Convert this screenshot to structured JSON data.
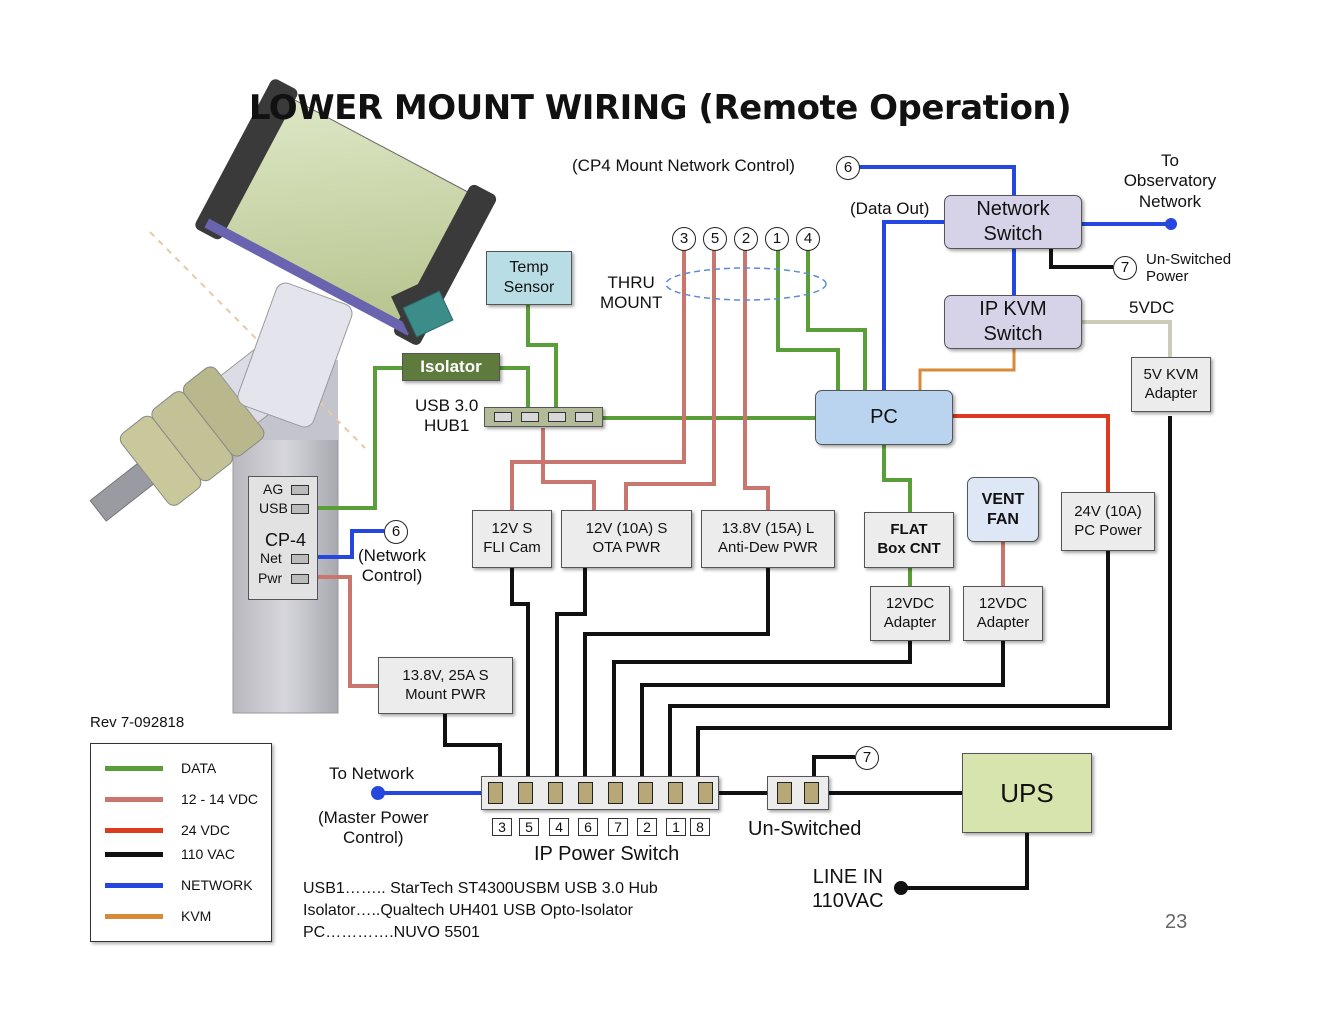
{
  "title": "LOWER MOUNT WIRING  (Remote Operation)",
  "colors": {
    "data": "#5a9e3a",
    "dc12": "#c8766e",
    "dc24": "#dd3b20",
    "ac110": "#111111",
    "network": "#2547e0",
    "kvm": "#d88a38",
    "pc": "#bad3ef",
    "ups": "#d8e4ae",
    "kvmbox": "#d6d2e8",
    "temp": "#b9dde4",
    "isolator": "#5e7a3c"
  },
  "labels": {
    "cp4_network_control": "(CP4 Mount Network Control)",
    "data_out": "(Data Out)",
    "to_observatory": "To\nObservatory\nNetwork",
    "unswitched_power_small": "Un-Switched\nPower",
    "five_vdc": "5VDC",
    "thru_mount": "THRU\nMOUNT",
    "usb_hub": "USB 3.0\nHUB1",
    "network_control": "(Network\nControl)",
    "to_network": "To Network",
    "master_power": "(Master Power\nControl)",
    "ip_power_switch": "IP Power Switch",
    "un_switched": "Un-Switched",
    "line_in": "LINE IN\n110VAC",
    "rev": "Rev 7-092818",
    "page": "23"
  },
  "boxes": {
    "network_switch": "Network\nSwitch",
    "ip_kvm": "IP KVM\nSwitch",
    "temp_sensor": "Temp\nSensor",
    "isolator": "Isolator",
    "pc": "PC",
    "kvm_adapter": "5V KVM\nAdapter",
    "vent_fan": "VENT\nFAN",
    "flat": "FLAT\nBox CNT",
    "pc_power": "24V (10A)\nPC Power",
    "fli_cam": "12V S\nFLI Cam",
    "ota_pwr": "12V (10A) S\nOTA PWR",
    "antidew": "13.8V (15A) L\nAnti-Dew PWR",
    "adapter_flat": "12VDC\nAdapter",
    "adapter_fan": "12VDC\nAdapter",
    "mount_pwr": "13.8V, 25A S\nMount PWR",
    "ups": "UPS"
  },
  "cp4": {
    "ag": "AG",
    "usb": "USB",
    "title": "CP-4",
    "net": "Net",
    "pwr": "Pwr"
  },
  "circles": {
    "c6a": "6",
    "c6b": "6",
    "c7a": "7",
    "c7b": "7",
    "thru": [
      "3",
      "5",
      "2",
      "1",
      "4"
    ]
  },
  "outlet_numbers": [
    "3",
    "5",
    "4",
    "6",
    "7",
    "2",
    "1",
    "8"
  ],
  "legend": [
    {
      "label": "DATA"
    },
    {
      "label": "12 - 14 VDC"
    },
    {
      "label": "24 VDC"
    },
    {
      "label": "110 VAC"
    },
    {
      "label": "NETWORK"
    },
    {
      "label": "KVM"
    }
  ],
  "notes": [
    "USB1…….. StarTech ST4300USBM USB 3.0 Hub",
    "Isolator…..Qualtech UH401 USB Opto-Isolator",
    "PC………….NUVO 5501"
  ]
}
